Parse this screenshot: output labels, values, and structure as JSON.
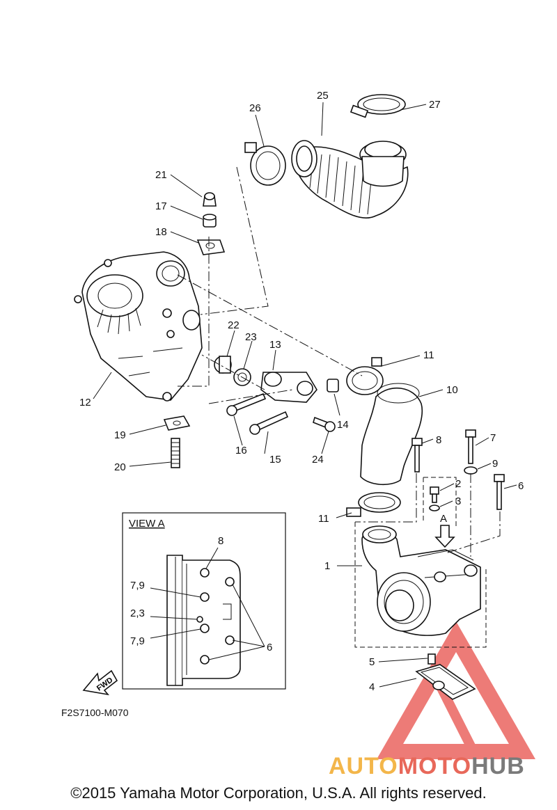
{
  "callouts": {
    "c1": "1",
    "c2": "2",
    "c3": "3",
    "c4": "4",
    "c5": "5",
    "c6": "6",
    "c7": "7",
    "c8": "8",
    "c9": "9",
    "c10": "10",
    "c11a": "11",
    "c11b": "11",
    "c12": "12",
    "c13": "13",
    "c14": "14",
    "c15": "15",
    "c16": "16",
    "c17": "17",
    "c18": "18",
    "c19": "19",
    "c20": "20",
    "c21": "21",
    "c22": "22",
    "c23": "23",
    "c24": "24",
    "c25": "25",
    "c26": "26",
    "c27": "27",
    "arrow_a": "A"
  },
  "view_a": {
    "title": "VIEW A",
    "l8": "8",
    "l79a": "7,9",
    "l23": "2,3",
    "l79b": "7,9",
    "l6": "6"
  },
  "fwd_label": "FWD",
  "figure_code": "F2S7100-M070",
  "copyright": "©2015 Yamaha Motor Corporation, U.S.A. All rights reserved.",
  "watermark": {
    "auto": "AUTO",
    "moto": "MOTO",
    "hub": "HUB",
    "colors": {
      "triangle": "#e8504a",
      "auto": "#f3b64a",
      "hub": "#7a7a7a"
    }
  }
}
